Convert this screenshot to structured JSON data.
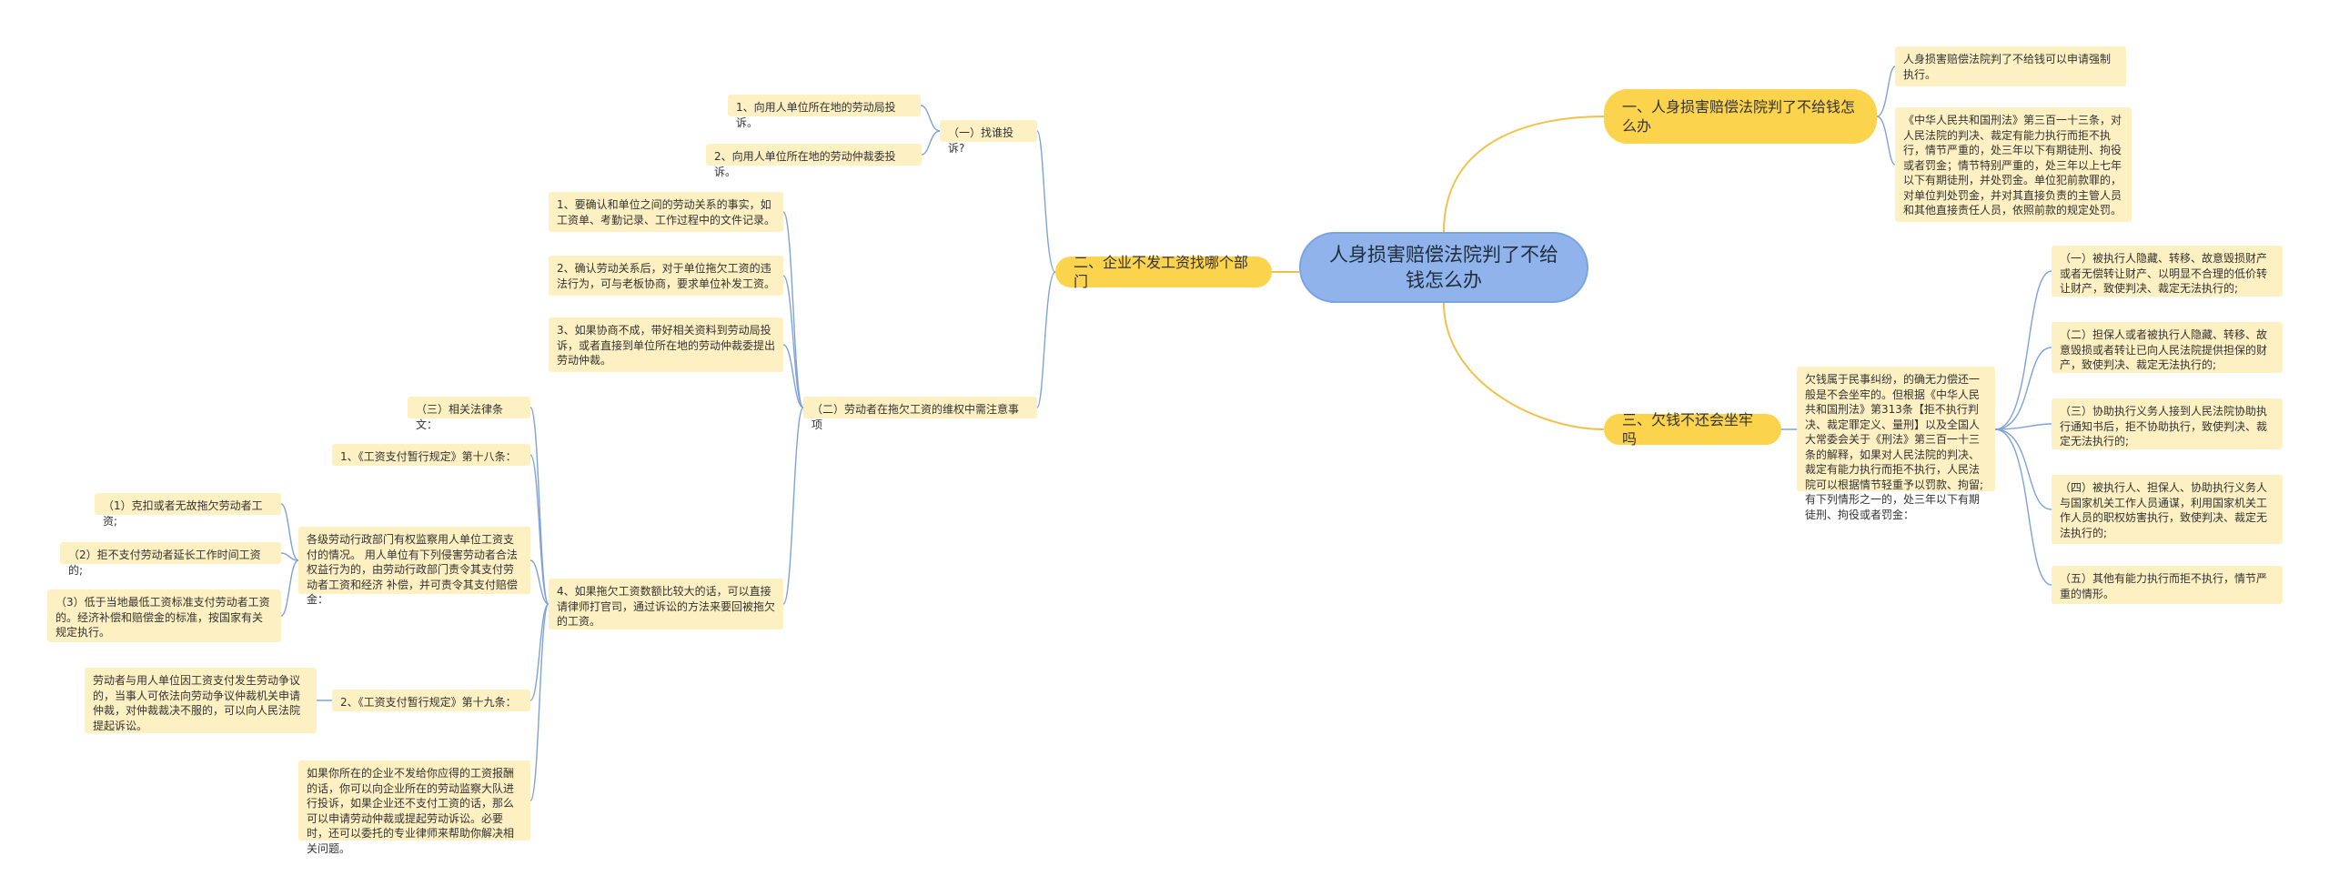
{
  "root": "人身损害赔偿法院判了不给钱怎么办",
  "branches": {
    "b1": "一、人身损害赔偿法院判了不给钱怎么办",
    "b2": "二、企业不发工资找哪个部门",
    "b3": "三、欠钱不还会坐牢吗"
  },
  "b1_leaves": {
    "l1": "人身损害赔偿法院判了不给钱可以申请强制执行。",
    "l2": "《中华人民共和国刑法》第三百一十三条，对人民法院的判决、裁定有能力执行而拒不执行，情节严重的，处三年以下有期徒刑、拘役或者罚金；情节特别严重的，处三年以上七年以下有期徒刑，并处罚金。单位犯前款罪的，对单位判处罚金，并对其直接负责的主管人员和其他直接责任人员，依照前款的规定处罚。"
  },
  "b3_leaves": {
    "main": "欠钱属于民事纠纷，的确无力偿还一般是不会坐牢的。但根据《中华人民共和国刑法》第313条【拒不执行判决、裁定罪定义、量刑】以及全国人大常委会关于《刑法》第三百一十三条的解释，如果对人民法院的判决、裁定有能力执行而拒不执行，人民法院可以根据情节轻重予以罚款、拘留;有下列情形之一的，处三年以下有期徒刑、拘役或者罚金：",
    "s1": "（一）被执行人隐藏、转移、故意毁损财产或者无偿转让财产、以明显不合理的低价转让财产，致使判决、裁定无法执行的;",
    "s2": "（二）担保人或者被执行人隐藏、转移、故意毁损或者转让已向人民法院提供担保的财产，致使判决、裁定无法执行的;",
    "s3": "（三）协助执行义务人接到人民法院协助执行通知书后，拒不协助执行，致使判决、裁定无法执行的;",
    "s4": "（四）被执行人、担保人、协助执行义务人与国家机关工作人员通谋，利用国家机关工作人员的职权妨害执行，致使判决、裁定无法执行的;",
    "s5": "（五）其他有能力执行而拒不执行，情节严重的情形。"
  },
  "b2_tree": {
    "c1": "（一）找谁投诉?",
    "c1_1": "1、向用人单位所在地的劳动局投诉。",
    "c1_2": "2、向用人单位所在地的劳动仲裁委投诉。",
    "c2": "（二）劳动者在拖欠工资的维权中需注意事项",
    "c2_1": "1、要确认和单位之间的劳动关系的事实，如工资单、考勤记录、工作过程中的文件记录。",
    "c2_2": "2、确认劳动关系后，对于单位拖欠工资的违法行为，可与老板协商，要求单位补发工资。",
    "c2_3": "3、如果协商不成，带好相关资料到劳动局投诉，或者直接到单位所在地的劳动仲裁委提出劳动仲裁。",
    "c2_4": "4、如果拖欠工资数额比较大的话，可以直接请律师打官司，通过诉讼的方法来要回被拖欠的工资。",
    "d1": "（三）相关法律条文：",
    "d2": "1、《工资支付暂行规定》第十八条：",
    "d3": "各级劳动行政部门有权监察用人单位工资支付的情况。 用人单位有下列侵害劳动者合法权益行为的，由劳动行政部门责令其支付劳动者工资和经济 补偿，并可责令其支付赔偿金：",
    "d3_1": "（1）克扣或者无故拖欠劳动者工资;",
    "d3_2": "（2）拒不支付劳动者延长工作时间工资的;",
    "d3_3": "（3）低于当地最低工资标准支付劳动者工资的。经济补偿和赔偿金的标准，按国家有关规定执行。",
    "d4": "2、《工资支付暂行规定》第十九条：",
    "d4_1": "劳动者与用人单位因工资支付发生劳动争议的，当事人可依法向劳动争议仲裁机关申请仲裁，对仲裁裁决不服的，可以向人民法院提起诉讼。",
    "d5": "如果你所在的企业不发给你应得的工资报酬的话，你可以向企业所在的劳动监察大队进行投诉，如果企业还不支付工资的话，那么可以申请劳动仲裁或提起劳动诉讼。必要时，还可以委托的专业律师来帮助你解决相关问题。"
  },
  "colors": {
    "root_fill": "#8fb3ea",
    "branch_fill": "#fcd34d",
    "leaf_fill": "#fdf0c2",
    "line_blue": "#7fa2d8",
    "line_gold": "#f0c24a"
  }
}
